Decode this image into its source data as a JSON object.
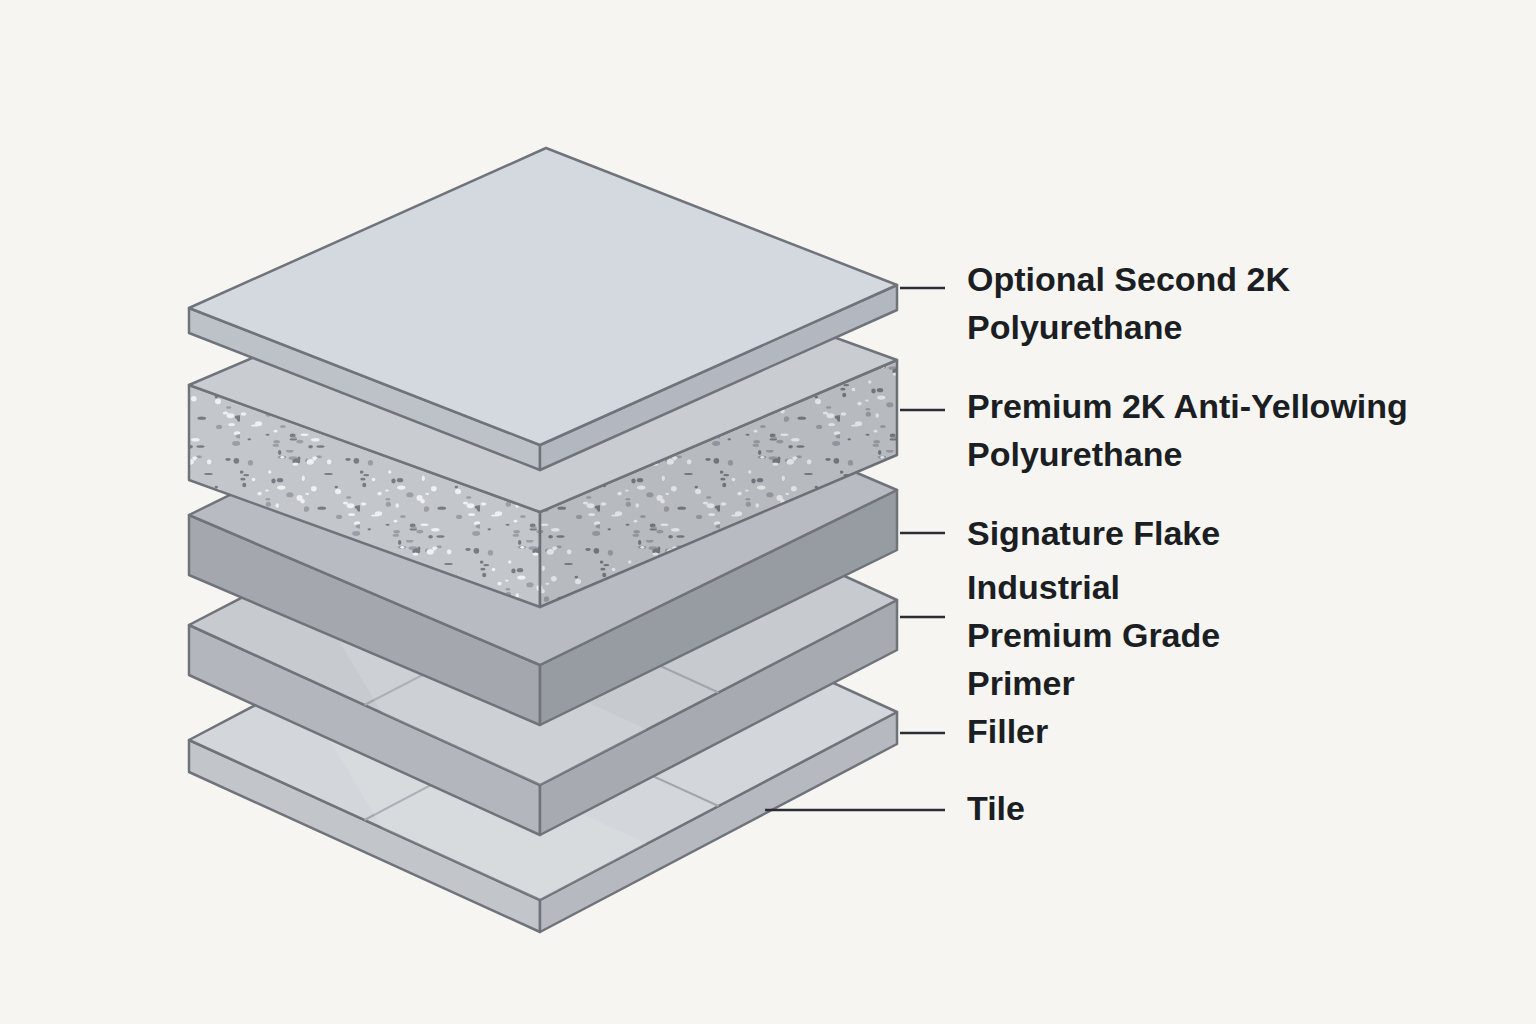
{
  "diagram": {
    "labels": [
      "Optional Second 2K Polyurethane",
      "Premium 2K Anti-Yellowing Polyurethane",
      "Signature Flake",
      "Industrial Premium Grade Primer",
      "Filler",
      "Tile"
    ]
  }
}
